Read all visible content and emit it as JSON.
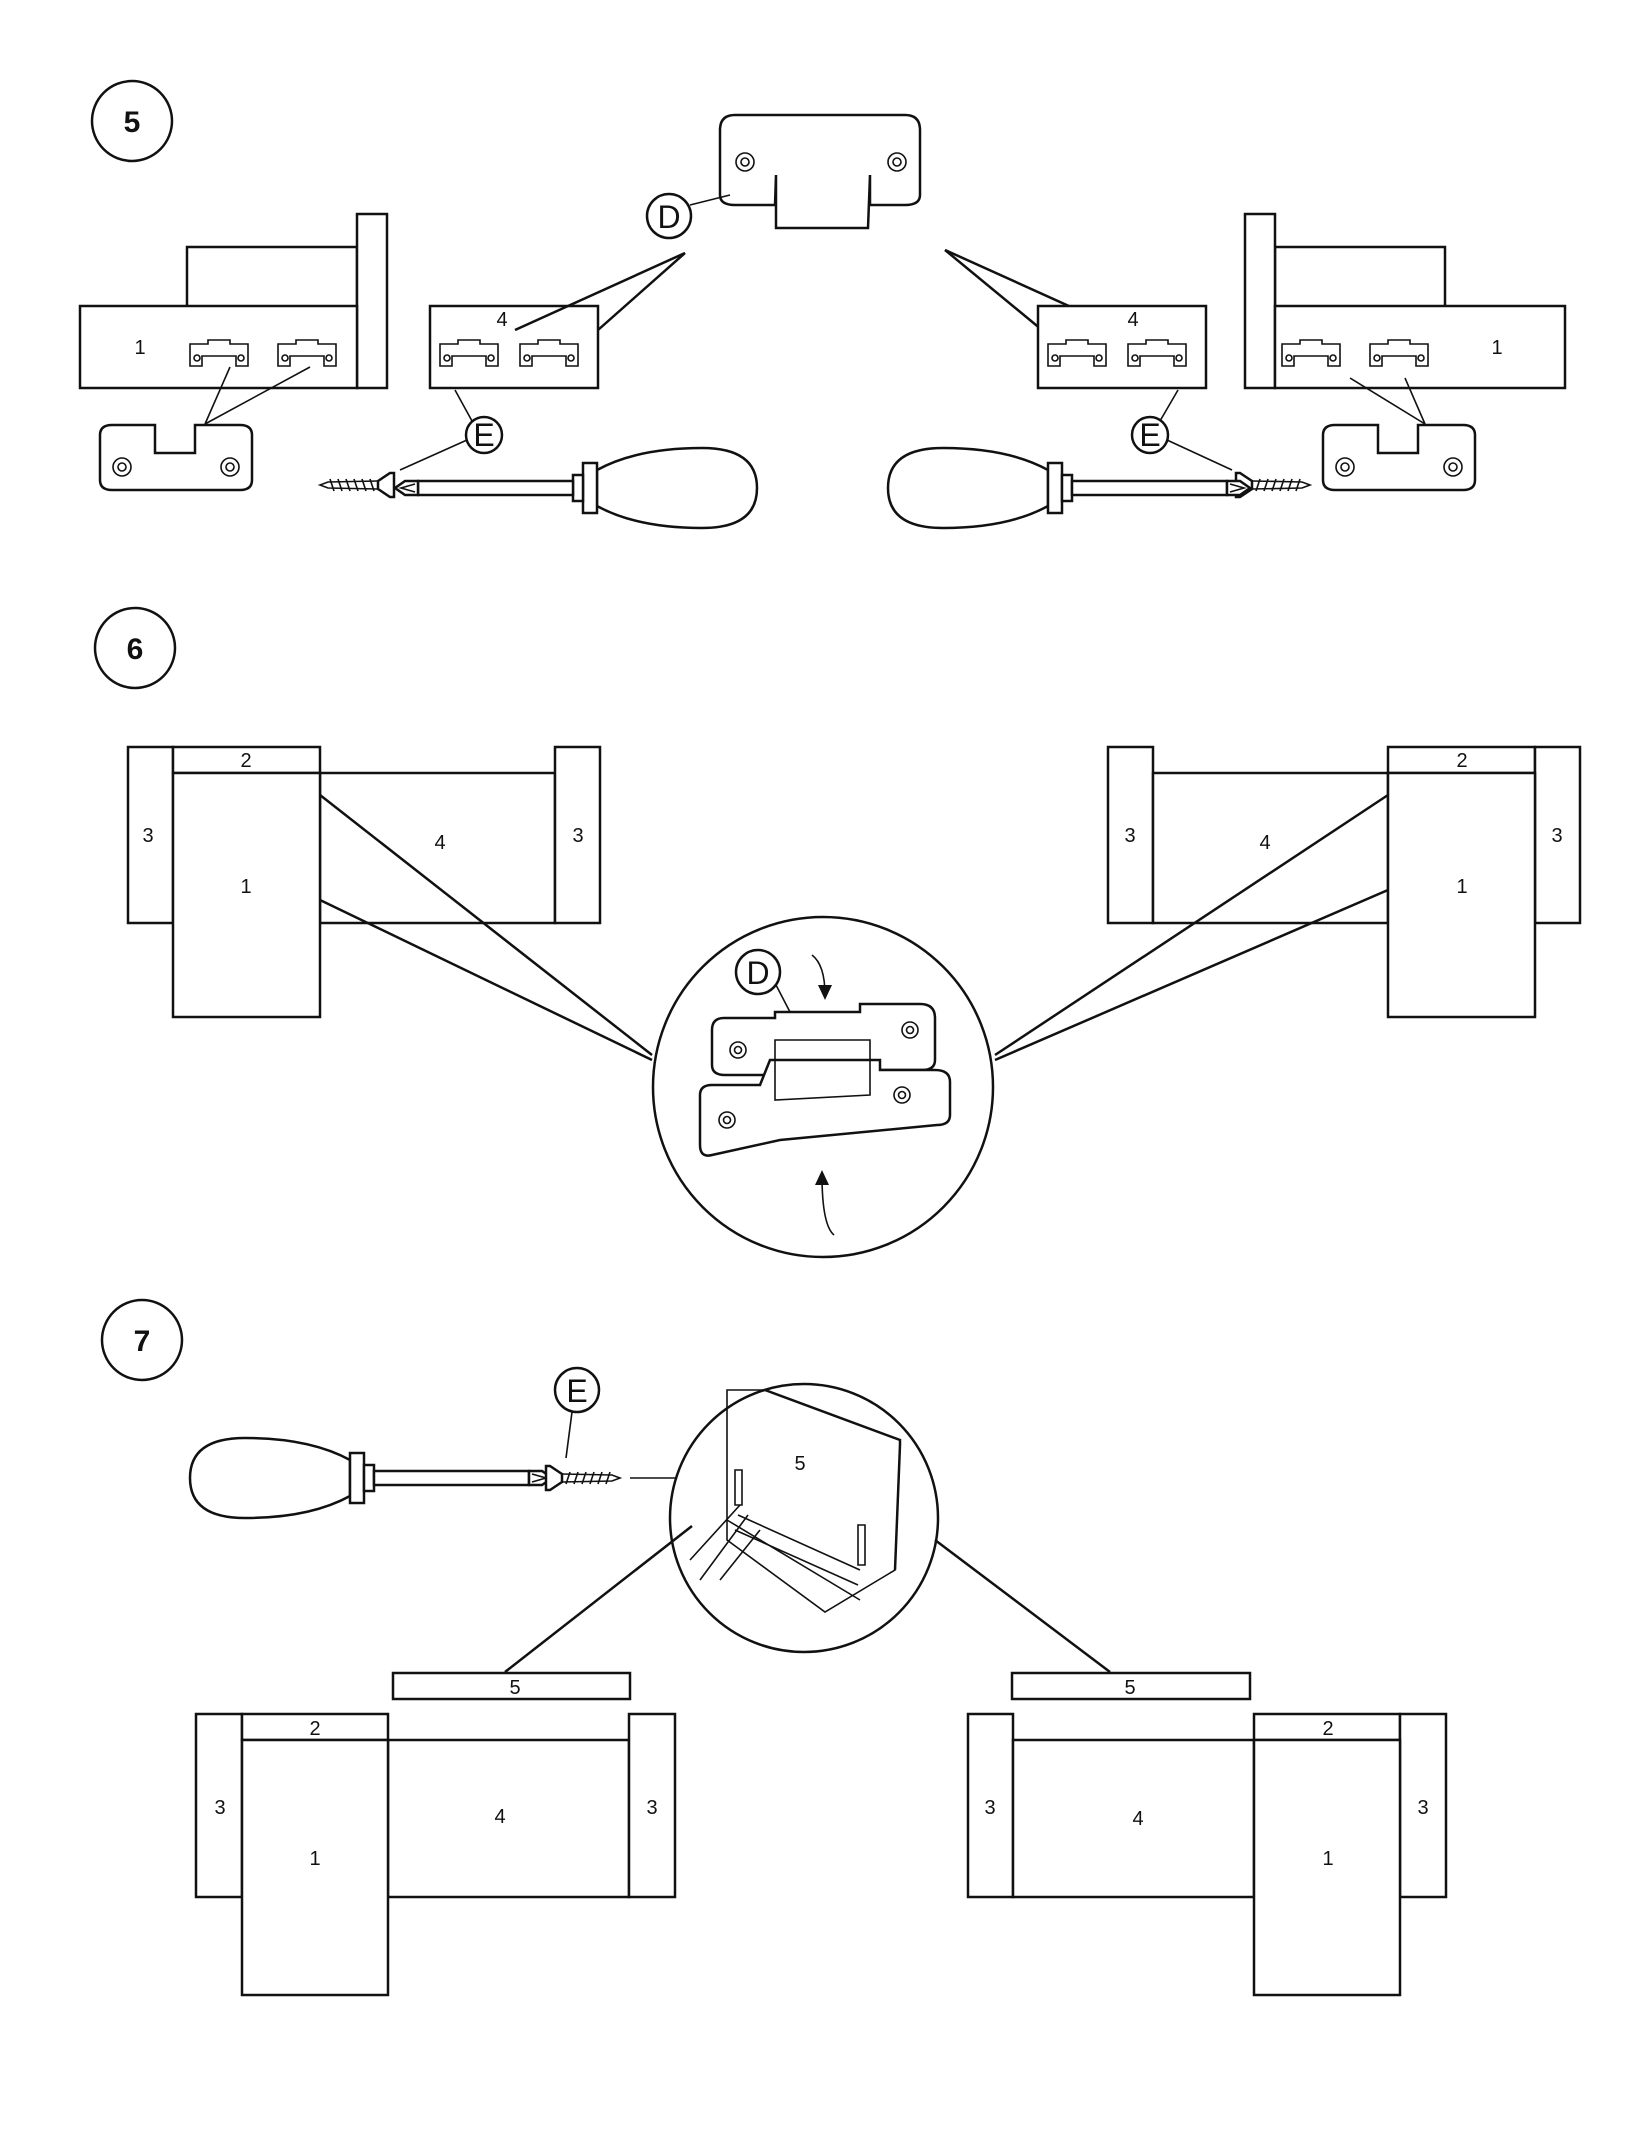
{
  "steps": {
    "step5": {
      "number": "5",
      "left_panel_1": "1",
      "left_panel_4": "4",
      "right_panel_1": "1",
      "right_panel_4": "4",
      "bracket_letter": "D",
      "screw_letter_left": "E",
      "screw_letter_right": "E"
    },
    "step6": {
      "number": "6",
      "left": {
        "p2": "2",
        "p3a": "3",
        "p3b": "3",
        "p1": "1",
        "p4": "4"
      },
      "right": {
        "p2": "2",
        "p3a": "3",
        "p3b": "3",
        "p1": "1",
        "p4": "4"
      },
      "bracket_letter": "D"
    },
    "step7": {
      "number": "7",
      "screw_letter": "E",
      "detail_panel": "5",
      "left": {
        "p5": "5",
        "p2": "2",
        "p3a": "3",
        "p3b": "3",
        "p1": "1",
        "p4": "4"
      },
      "right": {
        "p5": "5",
        "p2": "2",
        "p3a": "3",
        "p3b": "3",
        "p1": "1",
        "p4": "4"
      }
    }
  }
}
